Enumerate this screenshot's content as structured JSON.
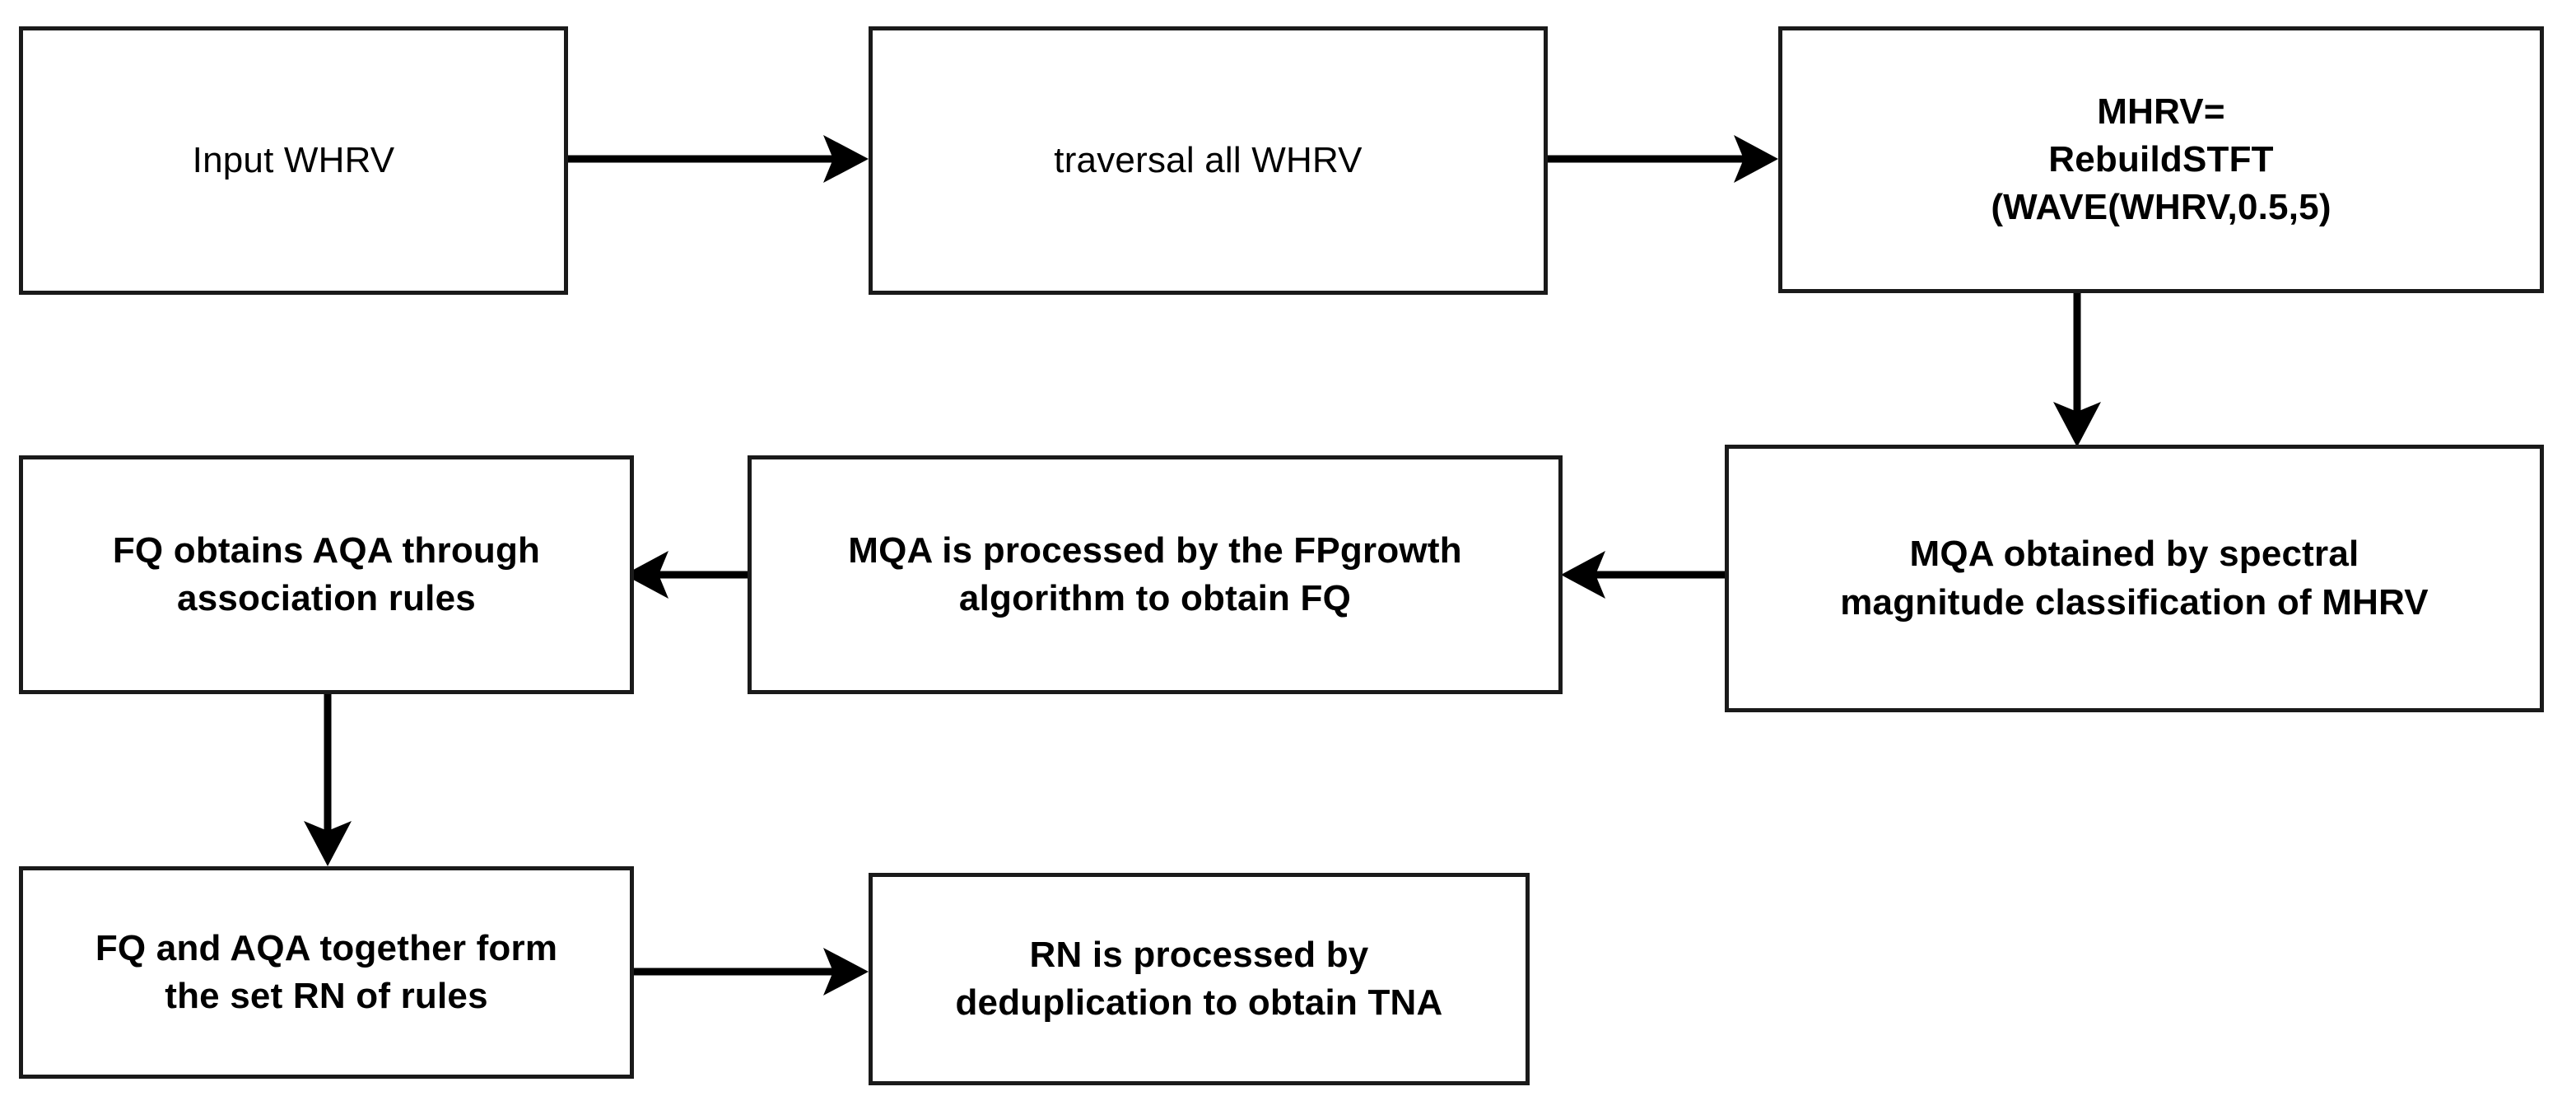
{
  "diagram": {
    "title": "WHRV to TNA association-rule mining flowchart",
    "background_color": "#ffffff",
    "stroke_color": "#000000",
    "node_border_color": "#1a1a1a",
    "nodes": [
      {
        "id": "input-whrv",
        "label": "Input WHRV",
        "bold": false
      },
      {
        "id": "traversal",
        "label": "traversal all WHRV",
        "bold": false
      },
      {
        "id": "mhrv-rebuild",
        "label": "MHRV=\nRebuildSTFT\n(WAVE(WHRV,0.5,5)",
        "bold": true
      },
      {
        "id": "fq-aqa-rules",
        "label": "FQ obtains AQA through\nassociation rules",
        "bold": true
      },
      {
        "id": "mqa-fpgrowth",
        "label": "MQA is processed by the FPgrowth\nalgorithm to obtain FQ",
        "bold": true
      },
      {
        "id": "mqa-spectral",
        "label": "MQA obtained by spectral\nmagnitude classification of MHRV",
        "bold": true
      },
      {
        "id": "rn-set",
        "label": "FQ and AQA together form\nthe set RN of rules",
        "bold": true
      },
      {
        "id": "rn-dedup",
        "label": "RN is processed by\ndeduplication to obtain TNA",
        "bold": true
      }
    ],
    "edges": [
      {
        "id": "edge-input-to-traversal",
        "from": "input-whrv",
        "to": "traversal",
        "direction": "right"
      },
      {
        "id": "edge-traversal-to-mhrv",
        "from": "traversal",
        "to": "mhrv-rebuild",
        "direction": "right"
      },
      {
        "id": "edge-mhrv-to-spectral",
        "from": "mhrv-rebuild",
        "to": "mqa-spectral",
        "direction": "down"
      },
      {
        "id": "edge-spectral-to-fpgrowth",
        "from": "mqa-spectral",
        "to": "mqa-fpgrowth",
        "direction": "left"
      },
      {
        "id": "edge-fpgrowth-to-fq",
        "from": "mqa-fpgrowth",
        "to": "fq-aqa-rules",
        "direction": "left"
      },
      {
        "id": "edge-fq-to-rnset",
        "from": "fq-aqa-rules",
        "to": "rn-set",
        "direction": "down"
      },
      {
        "id": "edge-rnset-to-dedup",
        "from": "rn-set",
        "to": "rn-dedup",
        "direction": "right"
      }
    ]
  }
}
